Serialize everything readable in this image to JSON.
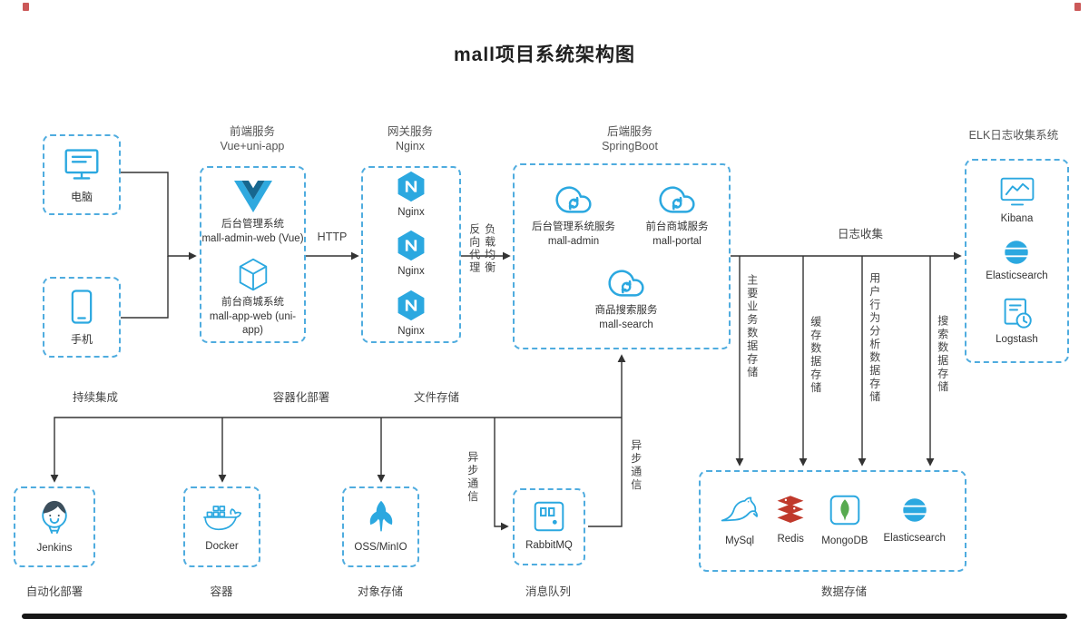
{
  "title": "mall项目系统架构图",
  "groups": {
    "frontend": {
      "line1": "前端服务",
      "line2": "Vue+uni-app"
    },
    "gateway": {
      "line1": "网关服务",
      "line2": "Nginx"
    },
    "backend": {
      "line1": "后端服务",
      "line2": "SpringBoot"
    },
    "elk": {
      "line1": "ELK日志收集系统"
    }
  },
  "nodes": {
    "pc": {
      "label": "电脑"
    },
    "phone": {
      "label": "手机"
    },
    "frontend_admin": {
      "name": "后台管理系统",
      "sub": "mall-admin-web (Vue)"
    },
    "frontend_app": {
      "name": "前台商城系统",
      "sub": "mall-app-web (uni-app)"
    },
    "nginx1": {
      "label": "Nginx"
    },
    "nginx2": {
      "label": "Nginx"
    },
    "nginx3": {
      "label": "Nginx"
    },
    "svc_admin": {
      "name": "后台管理系统服务",
      "sub": "mall-admin"
    },
    "svc_portal": {
      "name": "前台商城服务",
      "sub": "mall-portal"
    },
    "svc_search": {
      "name": "商品搜索服务",
      "sub": "mall-search"
    },
    "kibana": {
      "label": "Kibana"
    },
    "elasticsearch": {
      "label": "Elasticsearch"
    },
    "logstash": {
      "label": "Logstash"
    },
    "jenkins": {
      "label": "Jenkins",
      "caption": "自动化部署"
    },
    "docker": {
      "label": "Docker",
      "caption": "容器"
    },
    "oss": {
      "label": "OSS/MinIO",
      "caption": "对象存储"
    },
    "rabbitmq": {
      "label": "RabbitMQ",
      "caption": "消息队列"
    },
    "mysql": {
      "label": "MySql"
    },
    "redis": {
      "label": "Redis"
    },
    "mongodb": {
      "label": "MongoDB"
    },
    "es_store": {
      "label": "Elasticsearch"
    },
    "storage_caption": "数据存储"
  },
  "edges": {
    "http": "HTTP",
    "proxy_line1": "反向代理",
    "proxy_line2": "负载均衡",
    "log_collect": "日志收集",
    "ci": "持续集成",
    "deploy": "容器化部署",
    "file_store": "文件存储",
    "async_left": "异步通信",
    "async_right": "异步通信",
    "store_main": "主要业务数据存储",
    "store_cache": "缓存数据存储",
    "store_behavior": "用户行为分析数据存储",
    "store_search": "搜索数据存储"
  },
  "colors": {
    "accent": "#2BA8E0",
    "box_border": "#4FACDF",
    "line": "#333333",
    "redis": "#C0392B",
    "mongo_leaf": "#58AA50"
  }
}
